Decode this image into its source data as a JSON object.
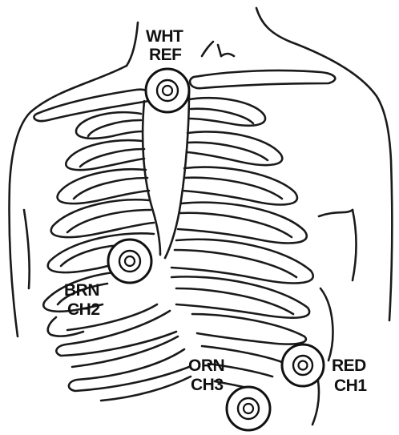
{
  "electrodes": [
    {
      "id": "wht",
      "color_name": "white",
      "line1": "WHT",
      "line2": "REF"
    },
    {
      "id": "brn",
      "color_name": "brown",
      "line1": "BRN",
      "line2": "CH2"
    },
    {
      "id": "orn",
      "color_name": "orange",
      "line1": "ORN",
      "line2": "CH3"
    },
    {
      "id": "red",
      "color_name": "red",
      "line1": "RED",
      "line2": "CH1"
    }
  ]
}
